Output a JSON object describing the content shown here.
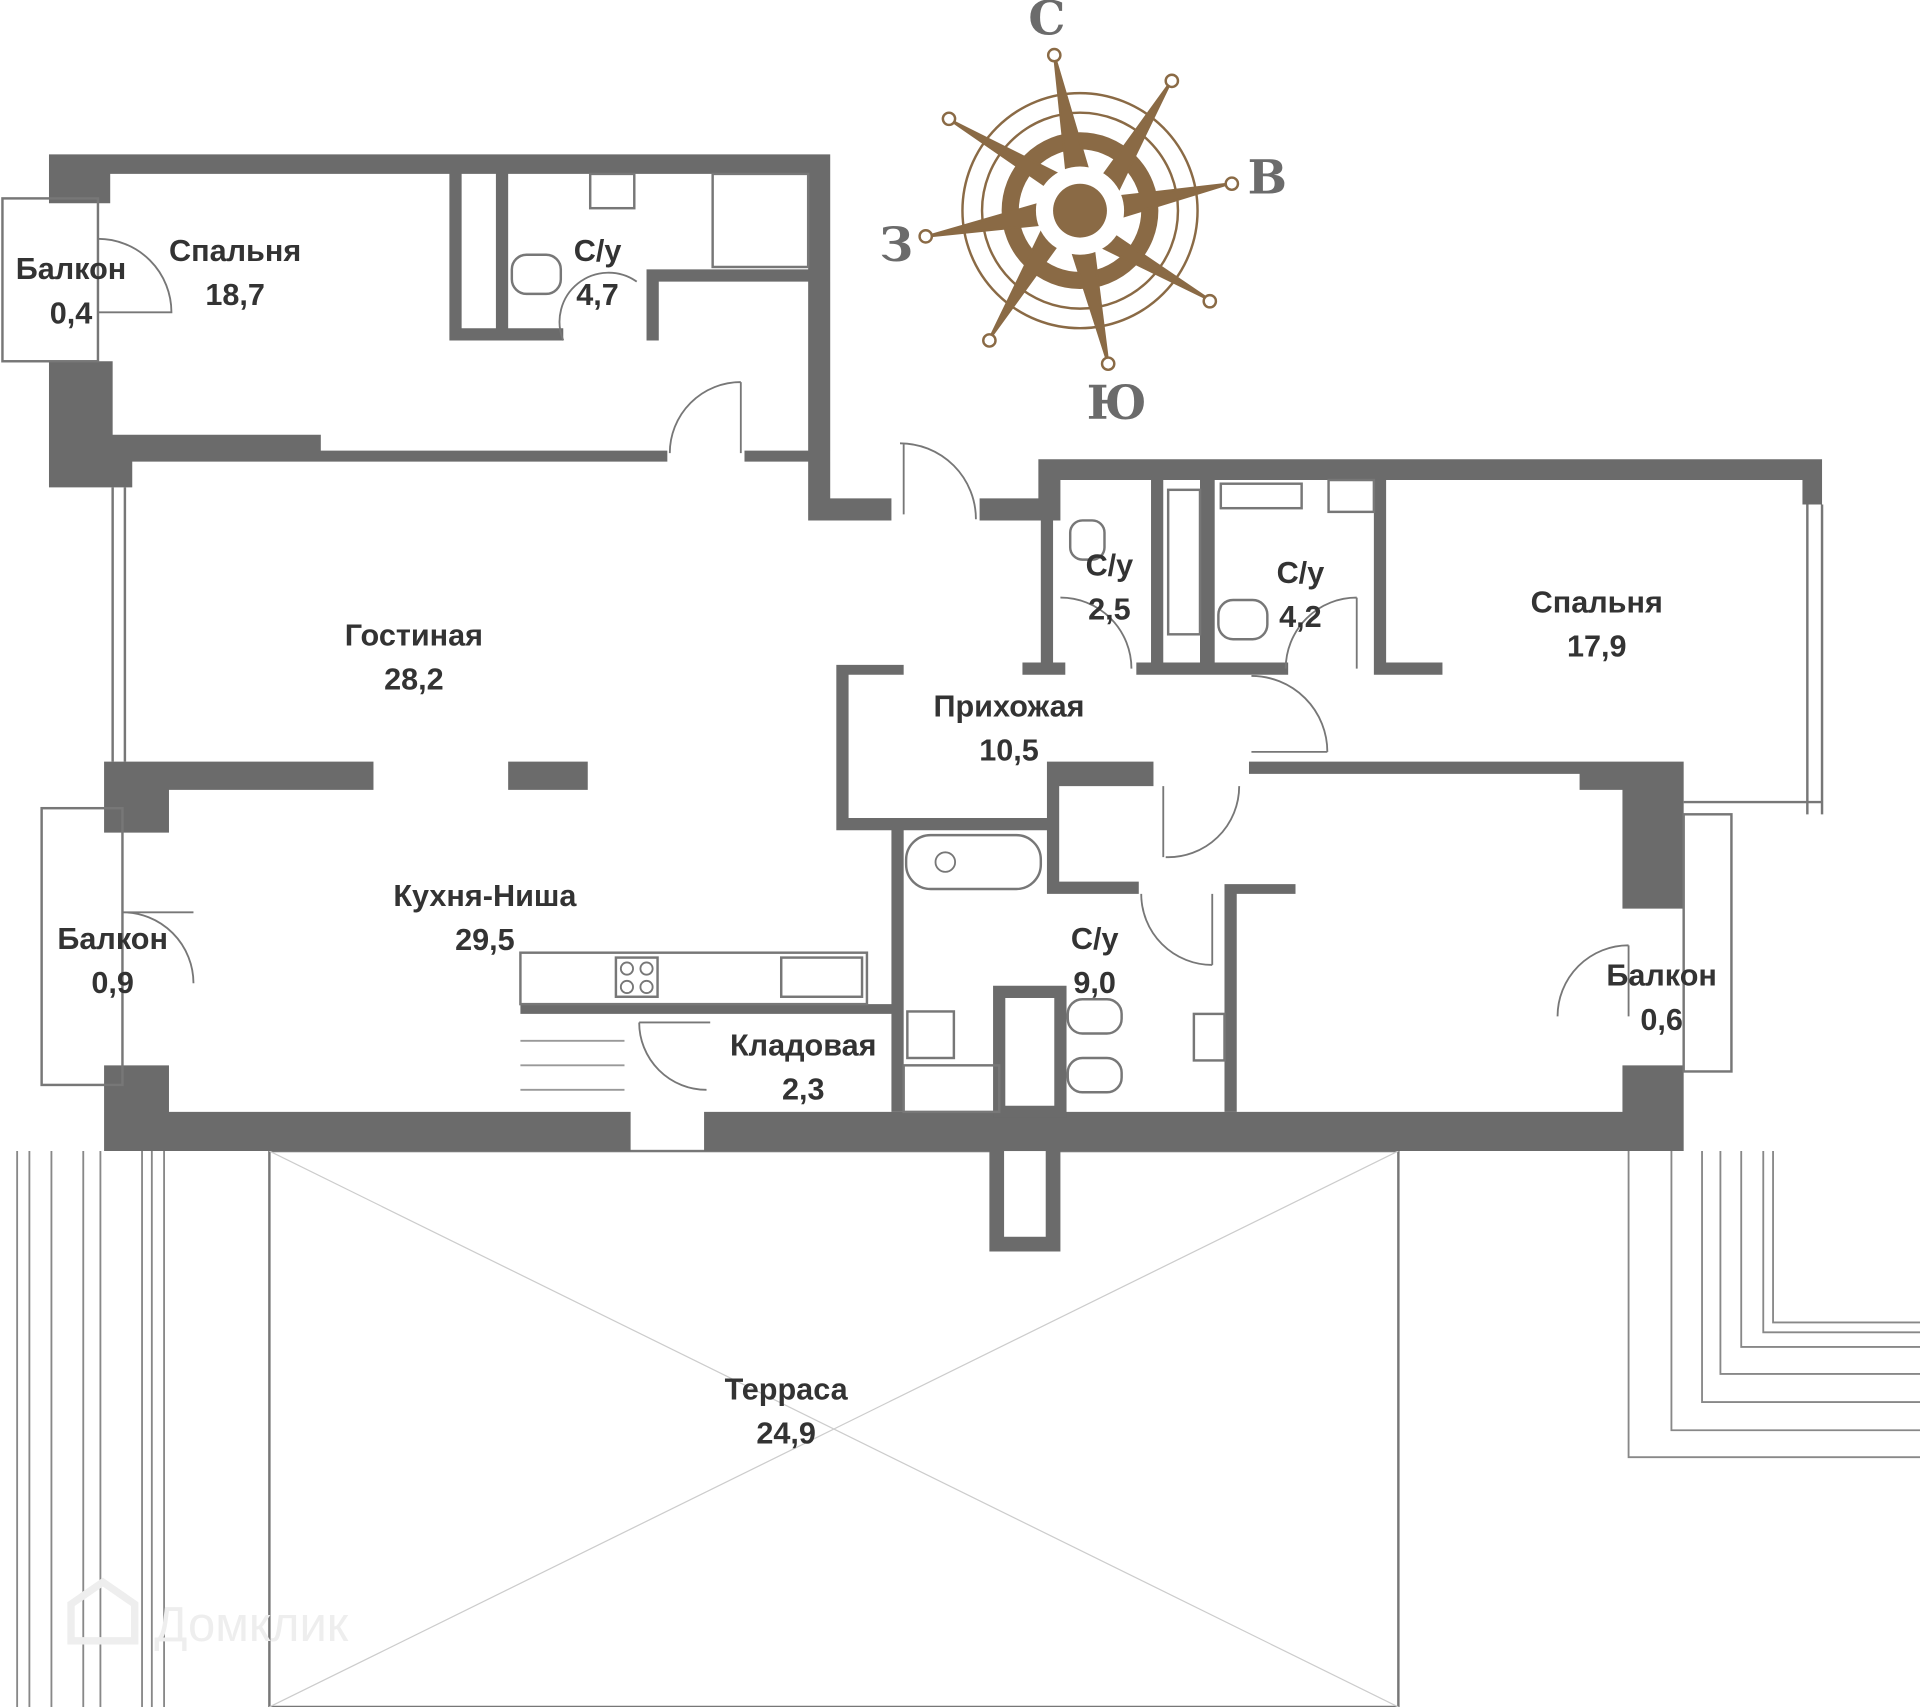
{
  "rooms": [
    {
      "name": "Балкон",
      "area": "0,4"
    },
    {
      "name": "Спальня",
      "area": "18,7"
    },
    {
      "name": "С/у",
      "area": "4,7"
    },
    {
      "name": "Гостиная",
      "area": "28,2"
    },
    {
      "name": "С/у",
      "area": "2,5"
    },
    {
      "name": "С/у",
      "area": "4,2"
    },
    {
      "name": "Спальня",
      "area": "17,9"
    },
    {
      "name": "Прихожая",
      "area": "10,5"
    },
    {
      "name": "Кухня-Ниша",
      "area": "29,5"
    },
    {
      "name": "Балкон",
      "area": "0,9"
    },
    {
      "name": "С/у",
      "area": "9,0"
    },
    {
      "name": "Балкон",
      "area": "0,6"
    },
    {
      "name": "Кладовая",
      "area": "2,3"
    },
    {
      "name": "Терраса",
      "area": "24,9"
    }
  ],
  "compass": {
    "north": "С",
    "east": "В",
    "south": "Ю",
    "west": "З",
    "color": "#8a6a45"
  },
  "watermark": "Домклик",
  "wall_color": "#6b6b6b"
}
